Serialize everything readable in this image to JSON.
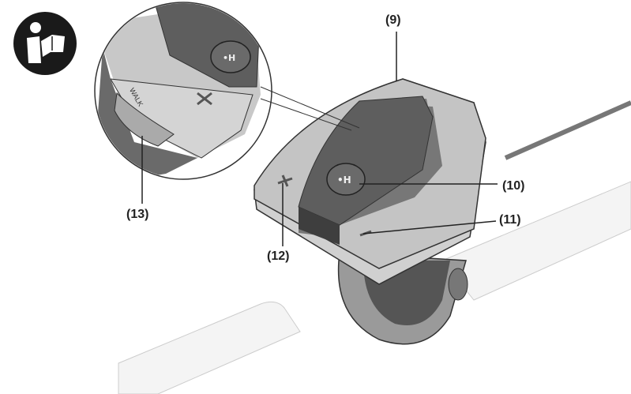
{
  "icon": "read-manual-icon",
  "inset_text": "WALK",
  "labels": {
    "l9": "(9)",
    "l10": "(10)",
    "l11": "(11)",
    "l12": "(12)",
    "l13": "(13)"
  },
  "colors": {
    "light_grey": "#c8c8c8",
    "dark_grey": "#5a5a5a",
    "outline": "#333333"
  }
}
